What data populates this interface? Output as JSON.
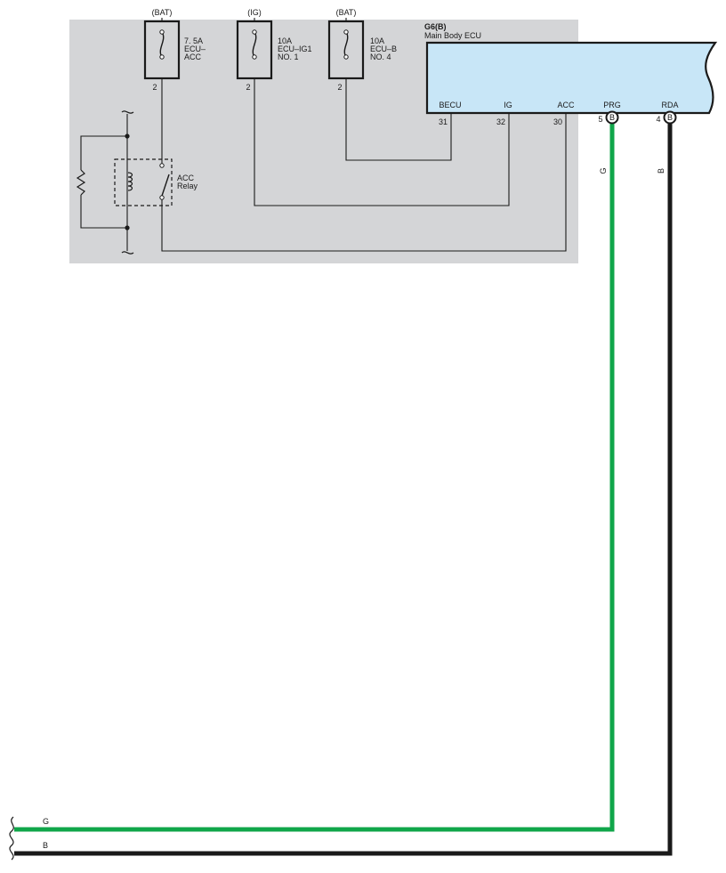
{
  "fuses": [
    {
      "source": "(BAT)",
      "rating": "7. 5A",
      "line1": "ECU–",
      "line2": "ACC",
      "pin": "2"
    },
    {
      "source": "(IG)",
      "rating": "10A",
      "line1": "ECU–IG1",
      "line2": "NO. 1",
      "pin": "2"
    },
    {
      "source": "(BAT)",
      "rating": "10A",
      "line1": "ECU–B",
      "line2": "NO. 4",
      "pin": "2"
    }
  ],
  "relay": {
    "line1": "ACC",
    "line2": "Relay"
  },
  "ecu": {
    "code": "G6(B)",
    "name": "Main Body ECU",
    "terminals": [
      {
        "name": "BECU",
        "pin": "31"
      },
      {
        "name": "IG",
        "pin": "32"
      },
      {
        "name": "ACC",
        "pin": "30"
      },
      {
        "name": "PRG",
        "pin": "5"
      },
      {
        "name": "RDA",
        "pin": "4"
      }
    ],
    "connector_marker": "B"
  },
  "wires": [
    {
      "color_code": "G",
      "color": "#10a64a",
      "terminal": "PRG"
    },
    {
      "color_code": "B",
      "color": "#1a1a1a",
      "terminal": "RDA"
    }
  ],
  "colors": {
    "panel": "#d4d5d7",
    "ecu_fill": "#c8e6f7"
  }
}
